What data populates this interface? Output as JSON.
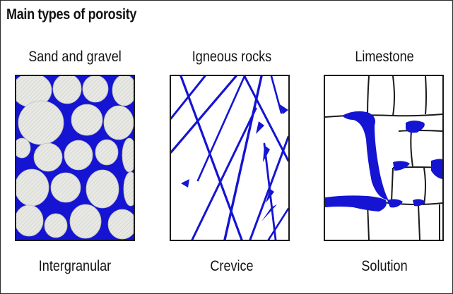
{
  "title": "Main types of porosity",
  "colors": {
    "pore": "#1414d2",
    "grain": "#e6e6e2",
    "rock": "#ffffff",
    "outline": "#1a1a1a"
  },
  "panels": [
    {
      "heading": "Sand and gravel",
      "caption": "Intergranular"
    },
    {
      "heading": "Igneous rocks",
      "caption": "Crevice"
    },
    {
      "heading": "Limestone",
      "caption": "Solution"
    }
  ]
}
